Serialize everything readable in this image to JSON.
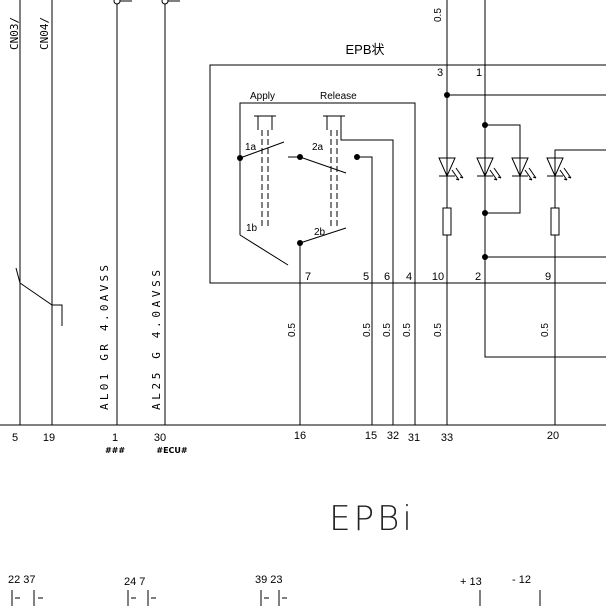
{
  "connectors": {
    "cn03": "CN03/",
    "cn04": "CN04/"
  },
  "top_wire_gauge": "0.5",
  "module": {
    "title": "EPB状",
    "apply_label": "Apply",
    "release_label": "Release",
    "switch_labels": {
      "s1a": "1a",
      "s2a": "2a",
      "s1b": "1b",
      "s2b": "2b"
    },
    "pins_top": [
      "3",
      "1"
    ],
    "pins_bottom": [
      "7",
      "5",
      "6",
      "4",
      "10",
      "2",
      "9"
    ]
  },
  "wire_gauges": [
    "0.5",
    "0.5",
    "0.5",
    "0.5",
    "0.5",
    "0.5"
  ],
  "wires": {
    "al01": "AL01 GR 4.0AVSS",
    "al25": "AL25 G 4.0AVSS"
  },
  "terminals": [
    "5",
    "19",
    "1",
    "30",
    "16",
    "15",
    "32",
    "31",
    "33",
    "20"
  ],
  "terminal_notes": {
    "t1": "###",
    "t30": "#ECU#"
  },
  "section_title": "EPBi",
  "lower_terminals": [
    "22 37",
    "24 7",
    "39 23",
    "+ 13",
    "- 12"
  ],
  "colors": {
    "line": "#000000",
    "background": "#ffffff"
  }
}
